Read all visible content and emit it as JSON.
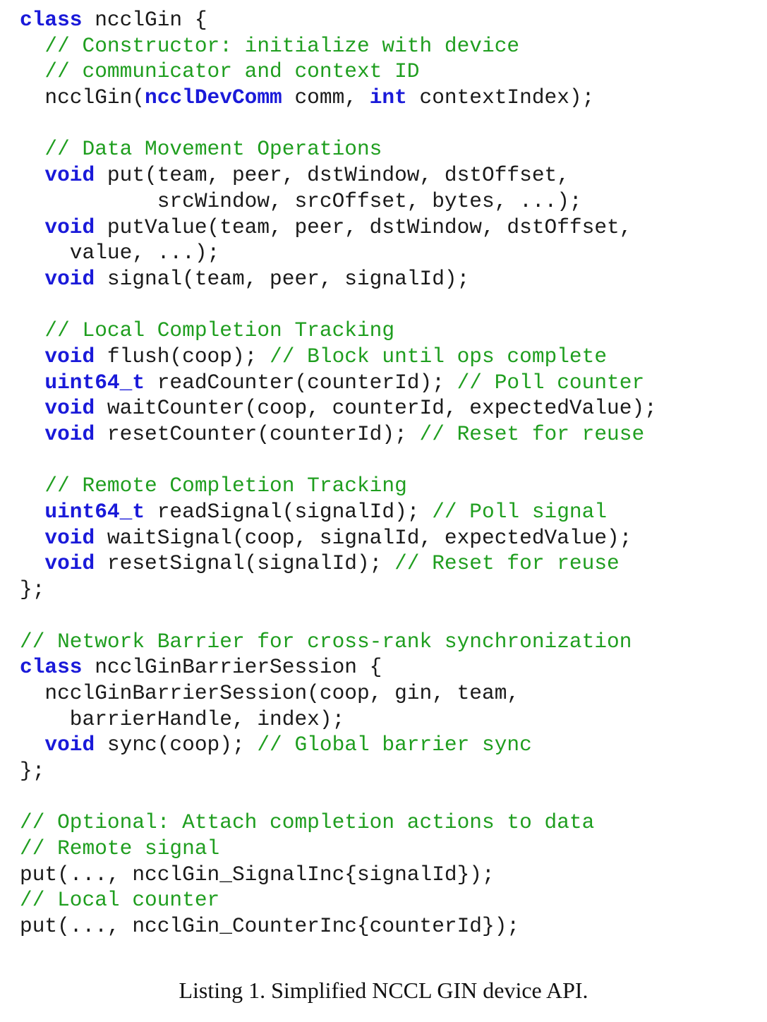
{
  "listing": {
    "lines": [
      [
        {
          "t": "kw",
          "s": "class"
        },
        {
          "t": "tx",
          "s": " ncclGin {"
        }
      ],
      [
        {
          "t": "cm",
          "s": "  // Constructor: initialize with device"
        }
      ],
      [
        {
          "t": "cm",
          "s": "  // communicator and context ID"
        }
      ],
      [
        {
          "t": "tx",
          "s": "  ncclGin("
        },
        {
          "t": "kw",
          "s": "ncclDevComm"
        },
        {
          "t": "tx",
          "s": " comm, "
        },
        {
          "t": "kw",
          "s": "int"
        },
        {
          "t": "tx",
          "s": " contextIndex);"
        }
      ],
      [],
      [
        {
          "t": "cm",
          "s": "  // Data Movement Operations"
        }
      ],
      [
        {
          "t": "tx",
          "s": "  "
        },
        {
          "t": "kw",
          "s": "void"
        },
        {
          "t": "tx",
          "s": " put(team, peer, dstWindow, dstOffset,"
        }
      ],
      [
        {
          "t": "tx",
          "s": "           srcWindow, srcOffset, bytes, ...);"
        }
      ],
      [
        {
          "t": "tx",
          "s": "  "
        },
        {
          "t": "kw",
          "s": "void"
        },
        {
          "t": "tx",
          "s": " putValue(team, peer, dstWindow, dstOffset,"
        }
      ],
      [
        {
          "t": "tx",
          "s": "    value, ...);"
        }
      ],
      [
        {
          "t": "tx",
          "s": "  "
        },
        {
          "t": "kw",
          "s": "void"
        },
        {
          "t": "tx",
          "s": " signal(team, peer, signalId);"
        }
      ],
      [],
      [
        {
          "t": "cm",
          "s": "  // Local Completion Tracking"
        }
      ],
      [
        {
          "t": "tx",
          "s": "  "
        },
        {
          "t": "kw",
          "s": "void"
        },
        {
          "t": "tx",
          "s": " flush(coop); "
        },
        {
          "t": "cm",
          "s": "// Block until ops complete"
        }
      ],
      [
        {
          "t": "tx",
          "s": "  "
        },
        {
          "t": "kw",
          "s": "uint64_t"
        },
        {
          "t": "tx",
          "s": " readCounter(counterId); "
        },
        {
          "t": "cm",
          "s": "// Poll counter"
        }
      ],
      [
        {
          "t": "tx",
          "s": "  "
        },
        {
          "t": "kw",
          "s": "void"
        },
        {
          "t": "tx",
          "s": " waitCounter(coop, counterId, expectedValue);"
        }
      ],
      [
        {
          "t": "tx",
          "s": "  "
        },
        {
          "t": "kw",
          "s": "void"
        },
        {
          "t": "tx",
          "s": " resetCounter(counterId); "
        },
        {
          "t": "cm",
          "s": "// Reset for reuse"
        }
      ],
      [],
      [
        {
          "t": "cm",
          "s": "  // Remote Completion Tracking"
        }
      ],
      [
        {
          "t": "tx",
          "s": "  "
        },
        {
          "t": "kw",
          "s": "uint64_t"
        },
        {
          "t": "tx",
          "s": " readSignal(signalId); "
        },
        {
          "t": "cm",
          "s": "// Poll signal"
        }
      ],
      [
        {
          "t": "tx",
          "s": "  "
        },
        {
          "t": "kw",
          "s": "void"
        },
        {
          "t": "tx",
          "s": " waitSignal(coop, signalId, expectedValue);"
        }
      ],
      [
        {
          "t": "tx",
          "s": "  "
        },
        {
          "t": "kw",
          "s": "void"
        },
        {
          "t": "tx",
          "s": " resetSignal(signalId); "
        },
        {
          "t": "cm",
          "s": "// Reset for reuse"
        }
      ],
      [
        {
          "t": "tx",
          "s": "};"
        }
      ],
      [],
      [
        {
          "t": "cm",
          "s": "// Network Barrier for cross-rank synchronization"
        }
      ],
      [
        {
          "t": "kw",
          "s": "class"
        },
        {
          "t": "tx",
          "s": " ncclGinBarrierSession {"
        }
      ],
      [
        {
          "t": "tx",
          "s": "  ncclGinBarrierSession(coop, gin, team,"
        }
      ],
      [
        {
          "t": "tx",
          "s": "    barrierHandle, index);"
        }
      ],
      [
        {
          "t": "tx",
          "s": "  "
        },
        {
          "t": "kw",
          "s": "void"
        },
        {
          "t": "tx",
          "s": " sync(coop); "
        },
        {
          "t": "cm",
          "s": "// Global barrier sync"
        }
      ],
      [
        {
          "t": "tx",
          "s": "};"
        }
      ],
      [],
      [
        {
          "t": "cm",
          "s": "// Optional: Attach completion actions to data"
        }
      ],
      [
        {
          "t": "cm",
          "s": "// Remote signal"
        }
      ],
      [
        {
          "t": "tx",
          "s": "put(..., ncclGin_SignalInc{signalId});"
        }
      ],
      [
        {
          "t": "cm",
          "s": "// Local counter"
        }
      ],
      [
        {
          "t": "tx",
          "s": "put(..., ncclGin_CounterInc{counterId});"
        }
      ]
    ]
  },
  "caption": "Listing 1.  Simplified NCCL GIN device API.",
  "colors": {
    "keyword": "#1a1ad9",
    "comment": "#1f9e1f",
    "text": "#1a1a1a"
  }
}
